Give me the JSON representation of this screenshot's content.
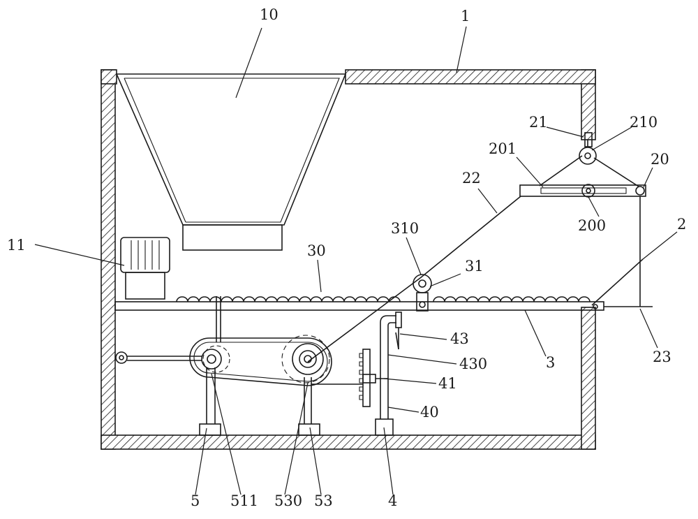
{
  "figure": {
    "labels": [
      {
        "id": "lbl-10",
        "text": "10"
      },
      {
        "id": "lbl-1",
        "text": "1"
      },
      {
        "id": "lbl-21",
        "text": "21"
      },
      {
        "id": "lbl-210",
        "text": "210"
      },
      {
        "id": "lbl-201",
        "text": "201"
      },
      {
        "id": "lbl-20",
        "text": "20"
      },
      {
        "id": "lbl-22",
        "text": "22"
      },
      {
        "id": "lbl-200",
        "text": "200"
      },
      {
        "id": "lbl-2",
        "text": "2"
      },
      {
        "id": "lbl-11",
        "text": "11"
      },
      {
        "id": "lbl-310",
        "text": "310"
      },
      {
        "id": "lbl-30",
        "text": "30"
      },
      {
        "id": "lbl-31",
        "text": "31"
      },
      {
        "id": "lbl-43",
        "text": "43"
      },
      {
        "id": "lbl-430",
        "text": "430"
      },
      {
        "id": "lbl-3",
        "text": "3"
      },
      {
        "id": "lbl-23",
        "text": "23"
      },
      {
        "id": "lbl-41",
        "text": "41"
      },
      {
        "id": "lbl-40",
        "text": "40"
      },
      {
        "id": "lbl-5",
        "text": "5"
      },
      {
        "id": "lbl-511",
        "text": "511"
      },
      {
        "id": "lbl-530",
        "text": "530"
      },
      {
        "id": "lbl-53",
        "text": "53"
      },
      {
        "id": "lbl-4",
        "text": "4"
      }
    ]
  }
}
